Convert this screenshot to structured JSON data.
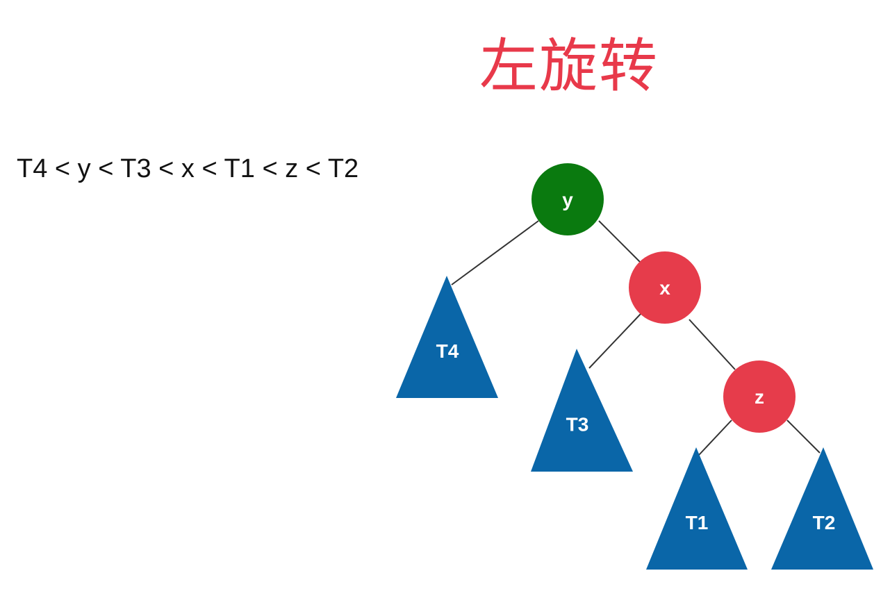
{
  "title": "左旋转",
  "formula": "T4 < y < T3 < x < T1 < z < T2",
  "colors": {
    "title": "#e8394a",
    "node_y": "#0a7a0f",
    "node_red": "#e63c4b",
    "subtree": "#0a66a8",
    "edge": "#333333"
  },
  "nodes": [
    {
      "id": "y",
      "label": "y",
      "kind": "node",
      "color": "node_y"
    },
    {
      "id": "x",
      "label": "x",
      "kind": "node",
      "color": "node_red"
    },
    {
      "id": "z",
      "label": "z",
      "kind": "node",
      "color": "node_red"
    },
    {
      "id": "T4",
      "label": "T4",
      "kind": "subtree"
    },
    {
      "id": "T3",
      "label": "T3",
      "kind": "subtree"
    },
    {
      "id": "T1",
      "label": "T1",
      "kind": "subtree"
    },
    {
      "id": "T2",
      "label": "T2",
      "kind": "subtree"
    }
  ],
  "edges": [
    [
      "y",
      "T4"
    ],
    [
      "y",
      "x"
    ],
    [
      "x",
      "T3"
    ],
    [
      "x",
      "z"
    ],
    [
      "z",
      "T1"
    ],
    [
      "z",
      "T2"
    ]
  ]
}
